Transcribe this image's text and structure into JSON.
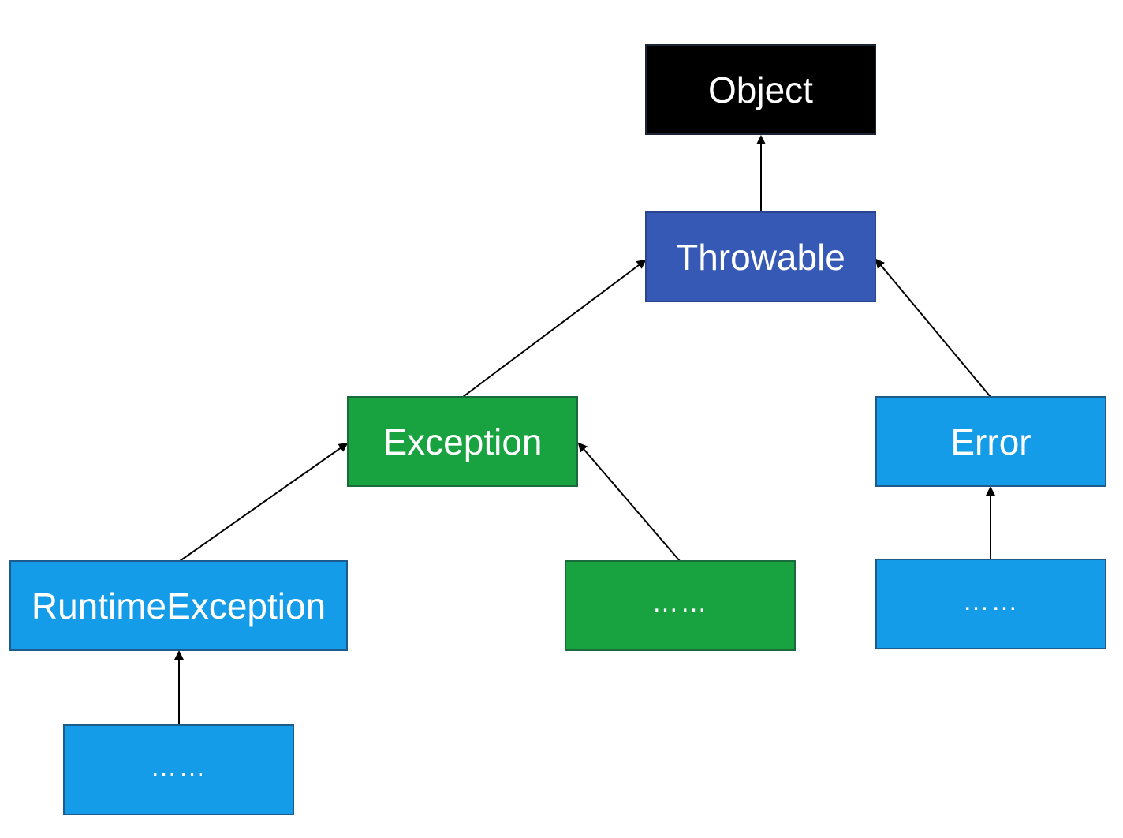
{
  "diagram": {
    "nodes": {
      "object": {
        "label": "Object"
      },
      "throwable": {
        "label": "Throwable"
      },
      "exception": {
        "label": "Exception"
      },
      "error": {
        "label": "Error"
      },
      "runtime_exception": {
        "label": "RuntimeException"
      },
      "exception_more": {
        "label": "……"
      },
      "error_more": {
        "label": "……"
      },
      "runtime_more": {
        "label": "……"
      }
    },
    "edges": [
      {
        "from": "throwable",
        "to": "object"
      },
      {
        "from": "exception",
        "to": "throwable"
      },
      {
        "from": "error",
        "to": "throwable"
      },
      {
        "from": "runtime_exception",
        "to": "exception"
      },
      {
        "from": "exception_more",
        "to": "exception"
      },
      {
        "from": "error_more",
        "to": "error"
      },
      {
        "from": "runtime_more",
        "to": "runtime_exception"
      }
    ],
    "colors": {
      "object": "#000000",
      "throwable": "#3659b6",
      "exception": "#18a340",
      "error": "#149ce8",
      "edge": "#000000"
    }
  }
}
